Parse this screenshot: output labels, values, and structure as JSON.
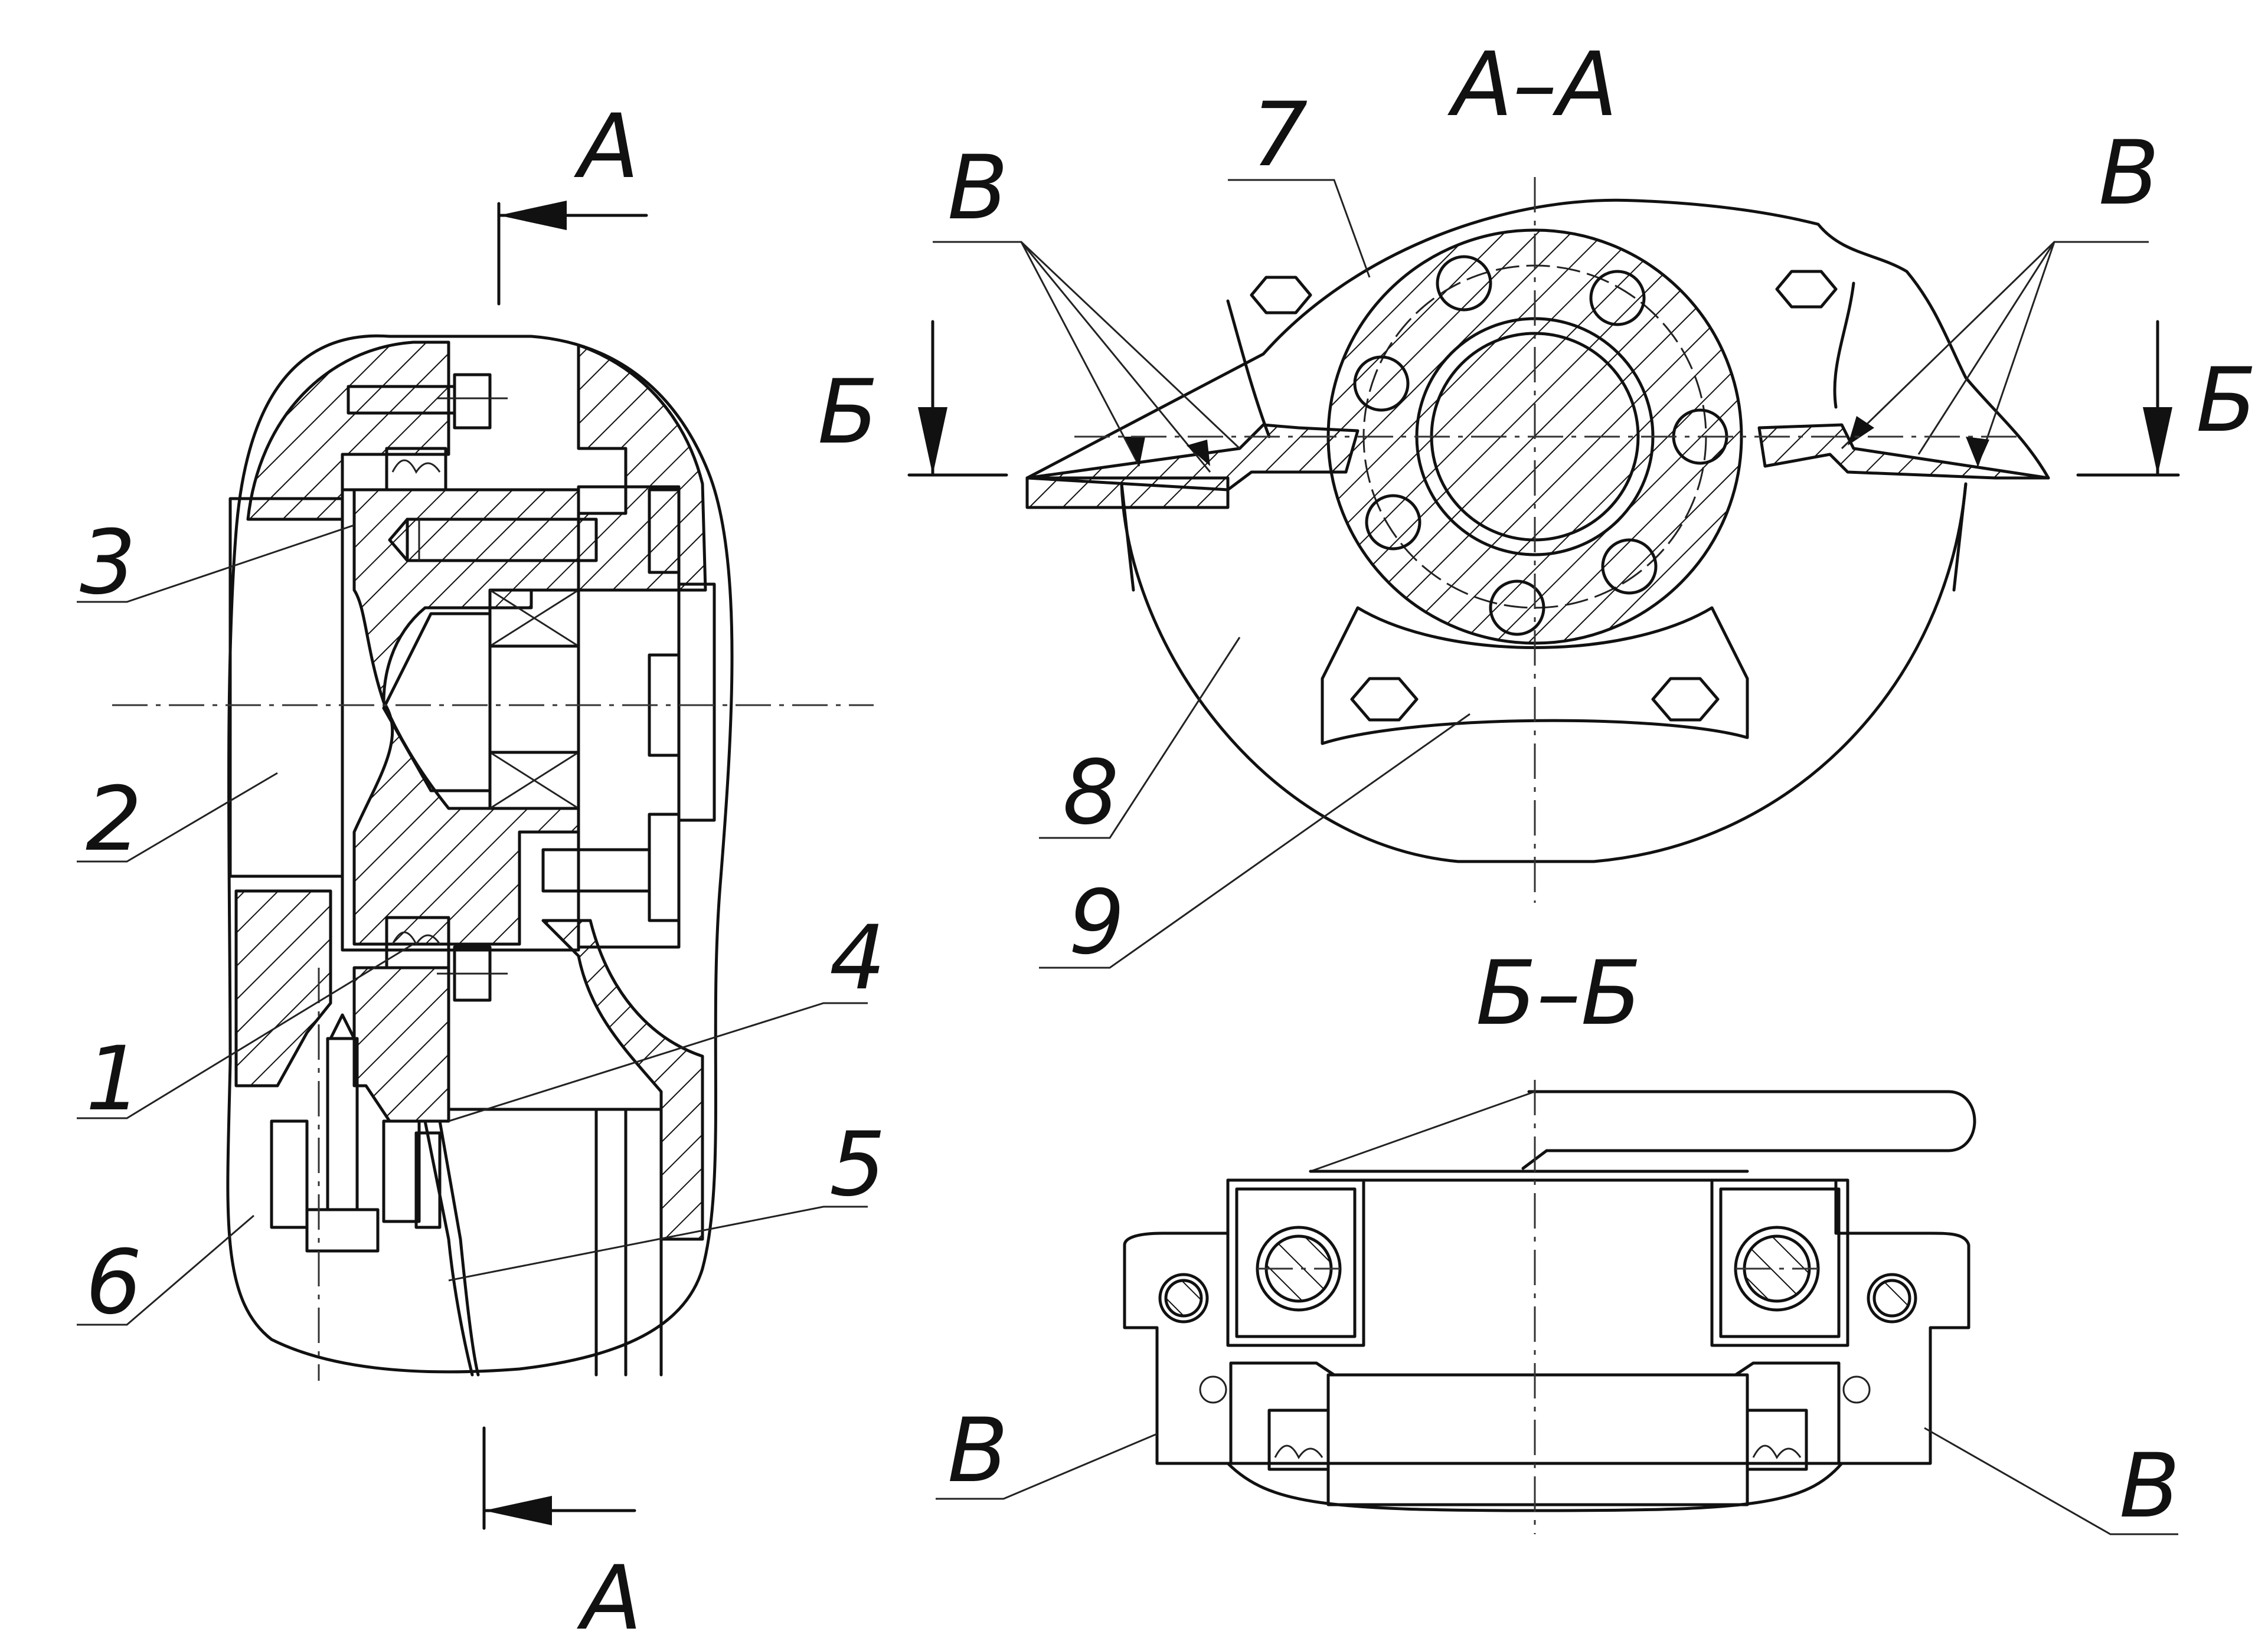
{
  "figure": {
    "title": "",
    "labels": {
      "l1": "1",
      "l2": "2",
      "l3": "3",
      "l4": "4",
      "l5": "5",
      "l6": "6",
      "l7": "7",
      "l8": "8",
      "l9": "9"
    },
    "section_marks": {
      "a_top": "А",
      "a_bottom": "А",
      "b_left": "Б",
      "b_right": "Б",
      "v_top_left": "В",
      "v_top_right": "В",
      "v_bottom_left": "В",
      "v_bottom_right": "В"
    },
    "view_titles": {
      "section_aa": "А–А",
      "section_bb": "Б–Б"
    }
  }
}
